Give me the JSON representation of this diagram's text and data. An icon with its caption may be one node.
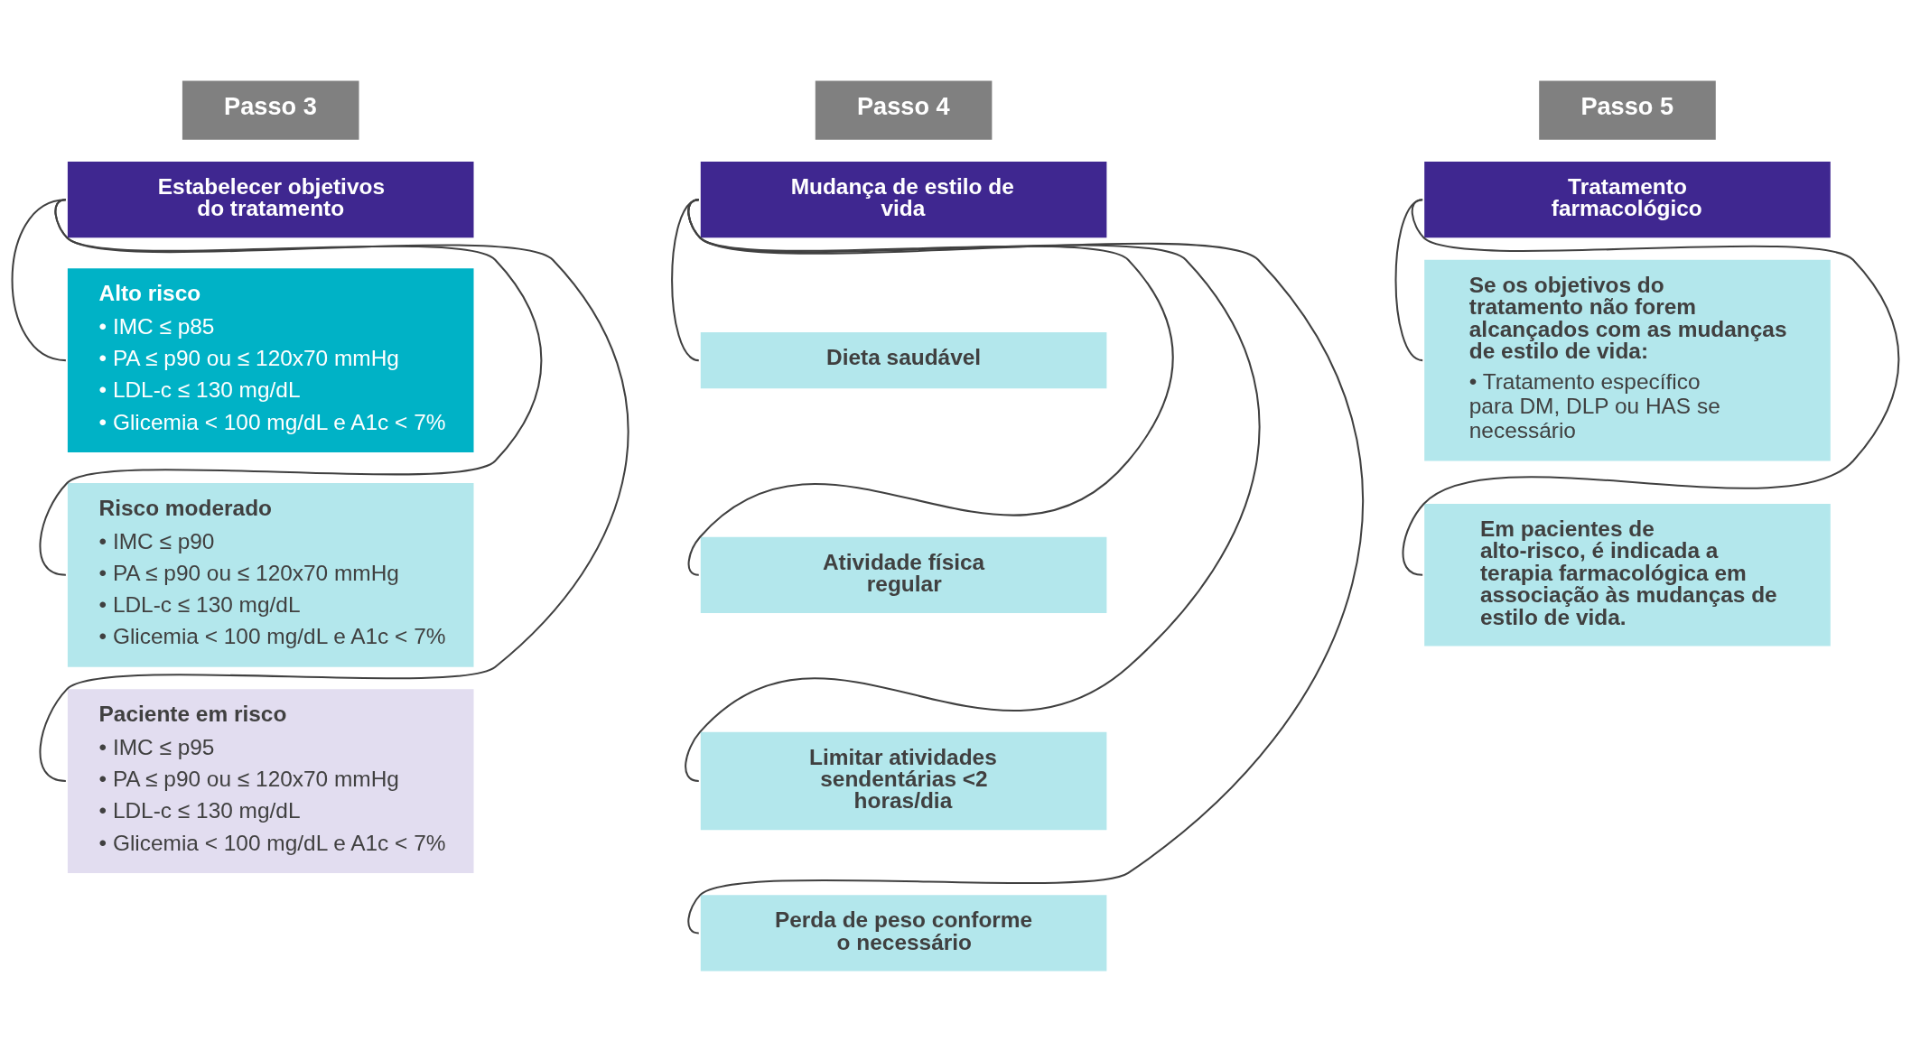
{
  "diagram": {
    "nodes": [
      {
        "text": [
          "Passo 3"
        ]
      },
      {
        "text": [
          "Estabelecer objetivos do tratamento"
        ]
      },
      {
        "text": [
          "Alto risco",
          "• IMC ≤ p85",
          "• PA ≤ p90 ou ≤ 120x70 mmHg",
          "• LDL-c ≤ 130 mg/dL",
          "• Glicemia < 100 mg/dL e A1c < 7%"
        ]
      },
      {
        "text": [
          "Risco moderado",
          "• IMC ≤ p90",
          "• PA ≤ p90 ou ≤ 120x70 mmHg",
          "• LDL-c ≤ 130 mg/dL",
          "• Glicemia < 100 mg/dL e A1c < 7%"
        ]
      },
      {
        "text": [
          "Paciente em risco",
          "• IMC ≤ p95",
          "• PA ≤ p90 ou ≤ 120x70 mmHg",
          "• LDL-c ≤ 130 mg/dL",
          "• Glicemia < 100 mg/dL e A1c < 7%"
        ]
      },
      {
        "text": [
          "Passo 4"
        ]
      },
      {
        "text": [
          "Mudança de estilo de vida"
        ]
      },
      {
        "text": [
          "Dieta saudável"
        ]
      },
      {
        "text": [
          "Atividade física regular"
        ]
      },
      {
        "text": [
          "Limitar atividades sendentárias <2 horas/dia"
        ]
      },
      {
        "text": [
          "Perda de peso conforme o necessário"
        ]
      },
      {
        "text": [
          "Passo 5"
        ]
      },
      {
        "text": [
          "Tratamento farmacológico"
        ]
      },
      {
        "text": [
          "Se os objetivos do tratamento não forem alcançados com as mudanças de estilo de vida:",
          "• Tratamento específico para DM, DLP ou HAS se necessário"
        ]
      },
      {
        "text": [
          "Em pacientes de alto-risco, é indicada a terapia farmacológica em associação às mudanças de estilo de vida."
        ]
      }
    ],
    "edges": [
      {
        "from": 1,
        "to": 2,
        "arrow": "none"
      },
      {
        "from": 1,
        "to": 3,
        "arrow": "none"
      },
      {
        "from": 1,
        "to": 4,
        "arrow": "none"
      },
      {
        "from": 6,
        "to": 7,
        "arrow": "none"
      },
      {
        "from": 6,
        "to": 8,
        "arrow": "none"
      },
      {
        "from": 6,
        "to": 9,
        "arrow": "none"
      },
      {
        "from": 6,
        "to": 10,
        "arrow": "none"
      },
      {
        "from": 12,
        "to": 13,
        "arrow": "none"
      },
      {
        "from": 12,
        "to": 14,
        "arrow": "none"
      }
    ]
  }
}
